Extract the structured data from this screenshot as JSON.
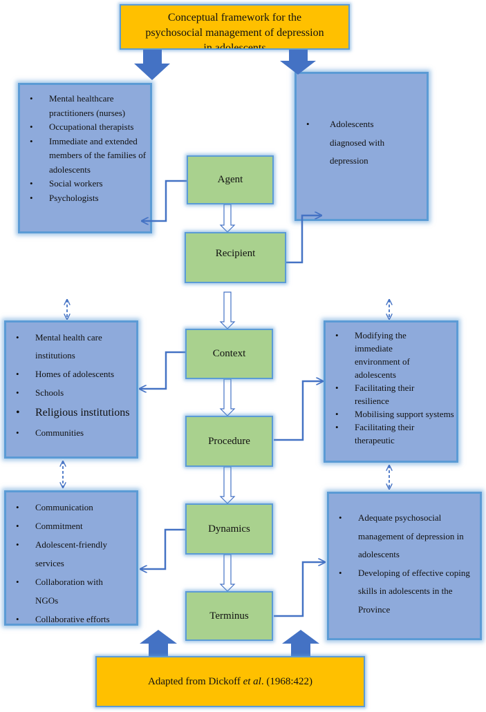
{
  "header": {
    "line1": "Conceptual framework for the",
    "line2": "psychosocial management of depression",
    "line3": "in adolescents"
  },
  "nodes": {
    "agent": "Agent",
    "recipient": "Recipient",
    "context": "Context",
    "procedure": "Procedure",
    "dynamics": "Dynamics",
    "terminus": "Terminus"
  },
  "agent_list": [
    "Mental healthcare practitioners (nurses)",
    "Occupational therapists",
    "Immediate and extended members of the families of adolescents",
    "Social workers",
    "Psychologists"
  ],
  "recipient_list": [
    "Adolescents diagnosed with depression"
  ],
  "context_list": [
    "Mental health care institutions",
    "Homes of adolescents",
    "Schools",
    "Religious institutions",
    "Communities"
  ],
  "procedure_list": [
    "Modifying the immediate environment of adolescents",
    "Facilitating their resilience",
    "Mobilising support systems",
    "Facilitating their therapeutic"
  ],
  "dynamics_list": [
    "Communication",
    "Commitment",
    "Adolescent-friendly services",
    "Collaboration with NGOs",
    "Collaborative efforts"
  ],
  "terminus_list": [
    "Adequate psychosocial management of depression in adolescents",
    "Developing of effective coping skills in adolescents in the Province"
  ],
  "footer": {
    "text_before": "Adapted from Dickoff ",
    "text_italic": "et al",
    "text_after": ". (1968:422)"
  },
  "colors": {
    "header_fill": "#ffc000",
    "node_fill": "#a9d18e",
    "list_fill": "#8eaadb",
    "border": "#5b9bd5",
    "arrow": "#4472c4"
  }
}
